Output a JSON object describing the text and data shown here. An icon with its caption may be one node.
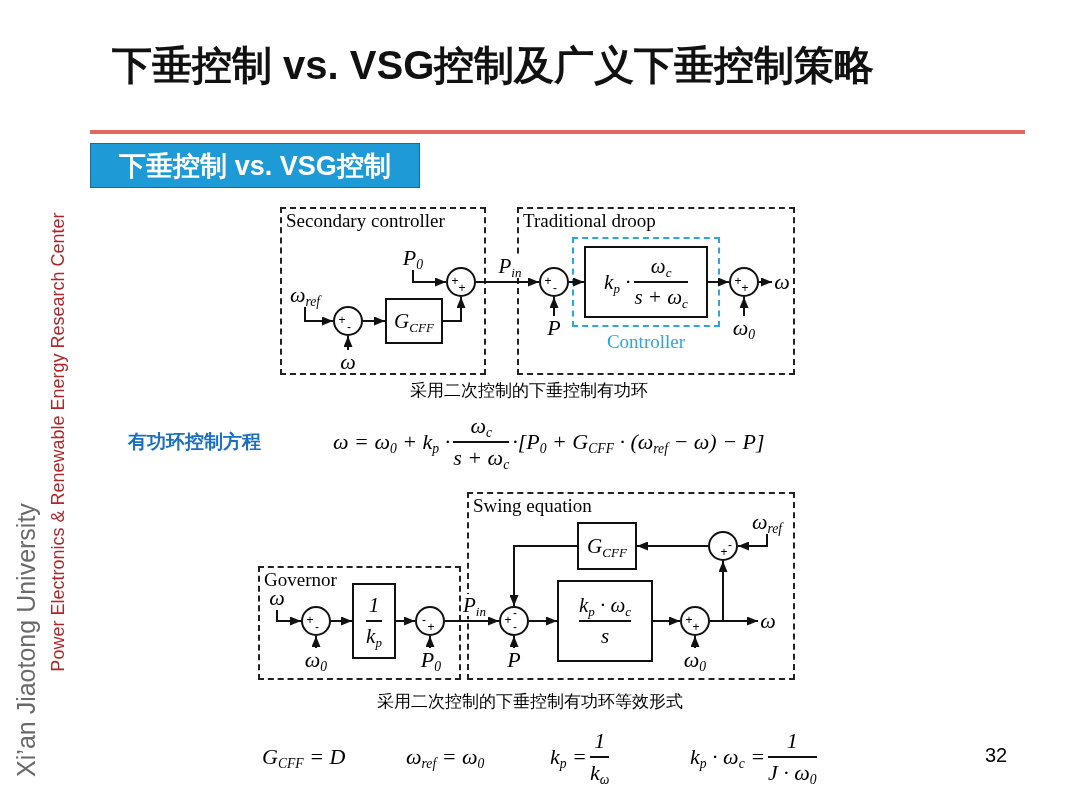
{
  "diagram": {
    "title": "下垂控制 vs. VSG控制及广义下垂控制策略",
    "nodes": [
      {
        "text": [
          "Secondary controller"
        ]
      },
      {
        "text": [
          "ω$_{ref}$"
        ],
        "in": 0
      },
      {
        "text": [
          "+",
          "-"
        ],
        "in": 0
      },
      {
        "text": [
          "ω"
        ],
        "in": 0
      },
      {
        "text": [
          "G$_{CFF}$"
        ],
        "in": 0
      },
      {
        "text": [
          "P$_{0}$"
        ],
        "in": 0
      },
      {
        "text": [
          "+",
          "+"
        ],
        "in": 0
      },
      {
        "text": [
          "Traditional droop"
        ]
      },
      {
        "text": [
          "+",
          "-"
        ],
        "in": 7
      },
      {
        "text": [
          "P"
        ],
        "in": 7
      },
      {
        "text": [
          "Controller"
        ],
        "in": 7
      },
      {
        "text": [
          "k$_{p}$ ·",
          "ω$_{c}$",
          "s + ω$_{c}$"
        ],
        "in": 10
      },
      {
        "text": [
          "+",
          "+"
        ],
        "in": 7
      },
      {
        "text": [
          "ω$_{0}$"
        ],
        "in": 7
      },
      {
        "text": [
          "ω"
        ],
        "in": 7
      },
      {
        "text": [
          "Governor"
        ]
      },
      {
        "text": [
          "ω"
        ],
        "in": 15
      },
      {
        "text": [
          "+",
          "-"
        ],
        "in": 15
      },
      {
        "text": [
          "ω$_{0}$"
        ],
        "in": 15
      },
      {
        "text": [
          "1",
          "k$_{p}$"
        ],
        "in": 15
      },
      {
        "text": [
          "-",
          "+"
        ],
        "in": 15
      },
      {
        "text": [
          "P$_{0}$"
        ],
        "in": 15
      },
      {
        "text": [
          "Swing equation"
        ]
      },
      {
        "text": [
          "G$_{CFF}$"
        ],
        "in": 22
      },
      {
        "text": [
          "-",
          "+"
        ],
        "in": 22
      },
      {
        "text": [
          "ω$_{ref}$"
        ],
        "in": 22
      },
      {
        "text": [
          "-",
          "+",
          "-"
        ],
        "in": 22
      },
      {
        "text": [
          "P"
        ],
        "in": 22
      },
      {
        "text": [
          "k$_{p}$ · ω$_{c}$",
          "s"
        ],
        "in": 22
      },
      {
        "text": [
          "+",
          "+"
        ],
        "in": 22
      },
      {
        "text": [
          "ω$_{0}$"
        ],
        "in": 22
      },
      {
        "text": [
          "ω"
        ],
        "in": 22
      }
    ],
    "edges": [
      {
        "from": 1,
        "to": 2,
        "arrow": "to"
      },
      {
        "from": 3,
        "to": 2,
        "arrow": "to"
      },
      {
        "from": 2,
        "to": 4,
        "arrow": "to"
      },
      {
        "from": 4,
        "to": 6,
        "arrow": "to"
      },
      {
        "from": 5,
        "to": 6,
        "arrow": "to"
      },
      {
        "from": 6,
        "to": 8,
        "arrow": "to",
        "label": "P$_{in}$"
      },
      {
        "from": 9,
        "to": 8,
        "arrow": "to"
      },
      {
        "from": 8,
        "to": 11,
        "arrow": "to"
      },
      {
        "from": 11,
        "to": 12,
        "arrow": "to"
      },
      {
        "from": 13,
        "to": 12,
        "arrow": "to"
      },
      {
        "from": 12,
        "to": 14,
        "arrow": "to"
      },
      {
        "from": 16,
        "to": 17,
        "arrow": "to"
      },
      {
        "from": 18,
        "to": 17,
        "arrow": "to"
      },
      {
        "from": 17,
        "to": 19,
        "arrow": "to"
      },
      {
        "from": 19,
        "to": 20,
        "arrow": "to"
      },
      {
        "from": 21,
        "to": 20,
        "arrow": "to"
      },
      {
        "from": 20,
        "to": 26,
        "arrow": "to",
        "label": "P$_{in}$"
      },
      {
        "from": 27,
        "to": 26,
        "arrow": "to"
      },
      {
        "from": 23,
        "to": 26,
        "arrow": "to"
      },
      {
        "from": 26,
        "to": 28,
        "arrow": "to"
      },
      {
        "from": 28,
        "to": 29,
        "arrow": "to"
      },
      {
        "from": 30,
        "to": 29,
        "arrow": "to"
      },
      {
        "from": 29,
        "to": 31,
        "arrow": "to"
      },
      {
        "from": 29,
        "to": 24,
        "arrow": "to"
      },
      {
        "from": 25,
        "to": 24,
        "arrow": "to"
      },
      {
        "from": 24,
        "to": 23,
        "arrow": "to"
      }
    ],
    "labels": [
      "下垂控制 vs. VSG控制",
      "采用二次控制的下垂控制有功环",
      "有功环控制方程",
      "ω = ω$_{0}$ + k$_{p}$ ·",
      "ω$_{c}$",
      "s + ω$_{c}$",
      "·[P$_{0}$ + G$_{CFF}$ · (ω$_{ref}$ − ω) − P]",
      "采用二次控制的下垂控制有功环等效形式",
      "G$_{CFF}$ = D",
      "ω$_{ref}$ = ω$_{0}$",
      "k$_{p}$ =",
      "1",
      "k$_{ω}$",
      "k$_{p}$ · ω$_{c}$ =",
      "1",
      "J · ω$_{0}$",
      "32",
      "Xi’an Jiaotong University",
      "Power Electronics & Renewable Energy Research Center"
    ]
  }
}
